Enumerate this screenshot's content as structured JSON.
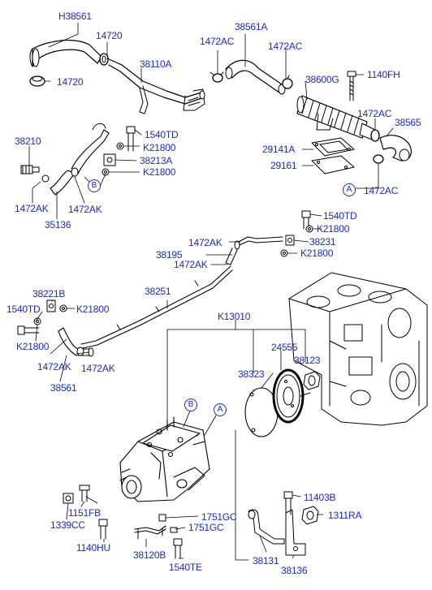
{
  "labels": {
    "h38561": "H38561",
    "c14720a": "14720",
    "c14720b": "14720",
    "c38110a": "38110A",
    "c1472ac_top": "1472AC",
    "c38561a": "38561A",
    "c1472ac_top2": "1472AC",
    "c38600g": "38600G",
    "c1140fh": "1140FH",
    "c1472ac_right": "1472AC",
    "c38565": "38565",
    "c29141a": "29141A",
    "c29161": "29161",
    "c1472ac_a": "1472AC",
    "c38210": "38210",
    "c1540td_a": "1540TD",
    "c21800_a": "K21800",
    "c38213a": "38213A",
    "c21800_b": "K21800",
    "c1472ak_a": "1472AK",
    "c1472ak_b": "1472AK",
    "c35136": "35136",
    "c1540td_b": "1540TD",
    "c21800_c": "K21800",
    "c1472ak_c": "1472AK",
    "c38231": "38231",
    "c38195": "38195",
    "c1472ak_d": "1472AK",
    "c21800_d": "K21800",
    "c38221b": "38221B",
    "c38251": "38251",
    "c1540td_c": "1540TD",
    "c21800_e": "K21800",
    "c21800_f": "K21800",
    "c1472ak_e": "1472AK",
    "c1472ak_f": "1472AK",
    "c38561": "38561",
    "k13010": "K13010",
    "c24555": "24555",
    "c38123": "38123",
    "c38323": "38323",
    "c11403b": "11403B",
    "c1311ra": "1311RA",
    "c1151fb": "1151FB",
    "c1339cc": "1339CC",
    "c1751gc_a": "1751GC",
    "c1751gc_b": "1751GC",
    "c1140hu": "1140HU",
    "c38120b": "38120B",
    "c1540te": "1540TE",
    "c38131": "38131",
    "c38136": "38136"
  },
  "refs": {
    "a_upper": "A",
    "b_upper": "B",
    "a_lower": "A",
    "b_lower": "B"
  },
  "colors": {
    "label": "#1a2bbf",
    "line": "#000000"
  }
}
